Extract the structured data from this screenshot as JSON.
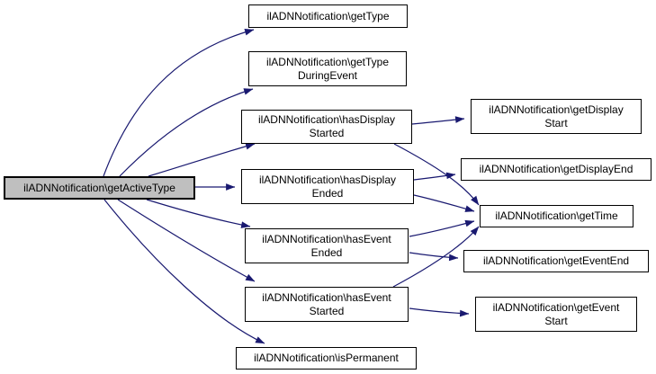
{
  "diagram": {
    "type": "call-graph",
    "root_function": "ilADNNotification\\getActiveType",
    "colors": {
      "background": "#ffffff",
      "edge": "#191970",
      "node_fill": "#ffffff",
      "node_border": "#000000",
      "root_node_fill": "#bfbfbf",
      "text": "#000000"
    }
  },
  "nodes": {
    "getActiveType": {
      "label": "ilADNNotification\\getActiveType",
      "line1": "ilADNNotification\\getActiveType"
    },
    "getType": {
      "label": "ilADNNotification\\getType",
      "line1": "ilADNNotification\\getType"
    },
    "getTypeDuringEvent": {
      "label": "ilADNNotification\\getTypeDuringEvent",
      "line1": "ilADNNotification\\getType",
      "line2": "DuringEvent"
    },
    "hasDisplayStarted": {
      "label": "ilADNNotification\\hasDisplayStarted",
      "line1": "ilADNNotification\\hasDisplay",
      "line2": "Started"
    },
    "hasDisplayEnded": {
      "label": "ilADNNotification\\hasDisplayEnded",
      "line1": "ilADNNotification\\hasDisplay",
      "line2": "Ended"
    },
    "hasEventEnded": {
      "label": "ilADNNotification\\hasEventEnded",
      "line1": "ilADNNotification\\hasEvent",
      "line2": "Ended"
    },
    "hasEventStarted": {
      "label": "ilADNNotification\\hasEventStarted",
      "line1": "ilADNNotification\\hasEvent",
      "line2": "Started"
    },
    "isPermanent": {
      "label": "ilADNNotification\\isPermanent",
      "line1": "ilADNNotification\\isPermanent"
    },
    "getDisplayStart": {
      "label": "ilADNNotification\\getDisplayStart",
      "line1": "ilADNNotification\\getDisplay",
      "line2": "Start"
    },
    "getDisplayEnd": {
      "label": "ilADNNotification\\getDisplayEnd",
      "line1": "ilADNNotification\\getDisplayEnd"
    },
    "getTime": {
      "label": "ilADNNotification\\getTime",
      "line1": "ilADNNotification\\getTime"
    },
    "getEventEnd": {
      "label": "ilADNNotification\\getEventEnd",
      "line1": "ilADNNotification\\getEventEnd"
    },
    "getEventStart": {
      "label": "ilADNNotification\\getEventStart",
      "line1": "ilADNNotification\\getEvent",
      "line2": "Start"
    }
  },
  "edges": [
    {
      "from": "getActiveType",
      "to": "getType"
    },
    {
      "from": "getActiveType",
      "to": "getTypeDuringEvent"
    },
    {
      "from": "getActiveType",
      "to": "hasDisplayStarted"
    },
    {
      "from": "getActiveType",
      "to": "hasDisplayEnded"
    },
    {
      "from": "getActiveType",
      "to": "hasEventEnded"
    },
    {
      "from": "getActiveType",
      "to": "hasEventStarted"
    },
    {
      "from": "getActiveType",
      "to": "isPermanent"
    },
    {
      "from": "hasDisplayStarted",
      "to": "getDisplayStart"
    },
    {
      "from": "hasDisplayStarted",
      "to": "getTime"
    },
    {
      "from": "hasDisplayEnded",
      "to": "getDisplayEnd"
    },
    {
      "from": "hasDisplayEnded",
      "to": "getTime"
    },
    {
      "from": "hasEventEnded",
      "to": "getTime"
    },
    {
      "from": "hasEventEnded",
      "to": "getEventEnd"
    },
    {
      "from": "hasEventStarted",
      "to": "getTime"
    },
    {
      "from": "hasEventStarted",
      "to": "getEventStart"
    }
  ]
}
